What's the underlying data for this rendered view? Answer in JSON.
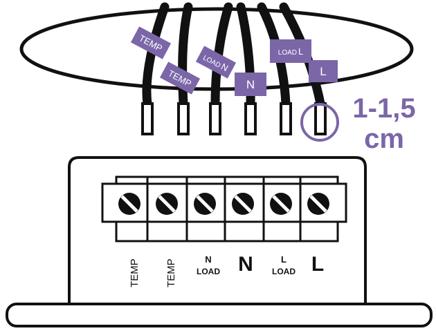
{
  "diagram": {
    "colors": {
      "accent": "#7b66a8",
      "wire": "#111111",
      "outline": "#111111",
      "background": "#ffffff"
    },
    "wire_tags": [
      {
        "id": "temp-1",
        "text": "TEMP"
      },
      {
        "id": "temp-2",
        "text": "TEMP"
      },
      {
        "id": "load-n",
        "prefix": "LOAD",
        "letter": "N"
      },
      {
        "id": "n",
        "text": "N"
      },
      {
        "id": "load-l",
        "prefix": "LOAD",
        "letter": "L"
      },
      {
        "id": "l",
        "text": "L"
      }
    ],
    "strip_measure": {
      "line1": "1-1,5",
      "line2": "cm"
    },
    "terminal_labels": [
      {
        "id": "temp-1",
        "text": "TEMP"
      },
      {
        "id": "temp-2",
        "text": "TEMP"
      },
      {
        "id": "load-n",
        "top": "N",
        "bottom": "LOAD"
      },
      {
        "id": "n",
        "text": "N"
      },
      {
        "id": "load-l",
        "top": "L",
        "bottom": "LOAD"
      },
      {
        "id": "l",
        "text": "L"
      }
    ],
    "icons": [
      "screw-icon",
      "measure-ring-icon"
    ]
  }
}
